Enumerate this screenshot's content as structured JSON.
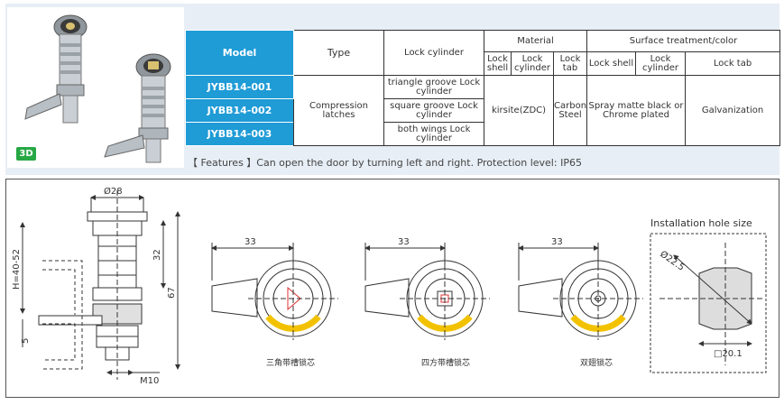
{
  "table": {
    "h_model": "Model",
    "h_type": "Type",
    "h_lock_cylinder": "Lock cylinder",
    "h_material": "Material",
    "h_surface": "Surface treatment/color",
    "sub_lock_shell": "Lock shell",
    "sub_lock_cylinder": "Lock cylinder",
    "sub_lock_tab": "Lock tab",
    "sub2_lock_shell": "Lock shell",
    "sub2_lock_cylinder": "Lock cylinder",
    "sub2_lock_tab": "Lock tab",
    "rows": [
      {
        "model": "JYBB14-001",
        "cylinder": "triangle groove Lock cylinder"
      },
      {
        "model": "JYBB14-002",
        "cylinder": "square groove Lock cylinder"
      },
      {
        "model": "JYBB14-003",
        "cylinder": "both wings Lock cylinder"
      }
    ],
    "type": "Compression latches",
    "mat_shell_cylinder": "kirsite(ZDC)",
    "mat_tab": "Carbon Steel",
    "surface_shell_cylinder": "Spray matte black or Chrome plated",
    "surface_tab": "Galvanization"
  },
  "badge": "3D",
  "features": "【 Features 】Can open the door by turning left and right. Protection level: IP65",
  "drawing": {
    "d28": "Ø28",
    "h_range": "H=40-52",
    "d32": "32",
    "d67": "67",
    "d5": "5",
    "m10": "M10",
    "d33a": "33",
    "d33b": "33",
    "d33c": "33",
    "cap1": "三角带槽锁芯",
    "cap2": "四方带槽锁芯",
    "cap3": "双翅锁芯",
    "install_title": "Installation hole size",
    "d225": "Ø22.5",
    "sq201": "□20.1"
  },
  "colors": {
    "accent": "#1f9bd6",
    "panel": "#e7eef5",
    "badge": "#27a844",
    "arc": "#f2c200"
  }
}
